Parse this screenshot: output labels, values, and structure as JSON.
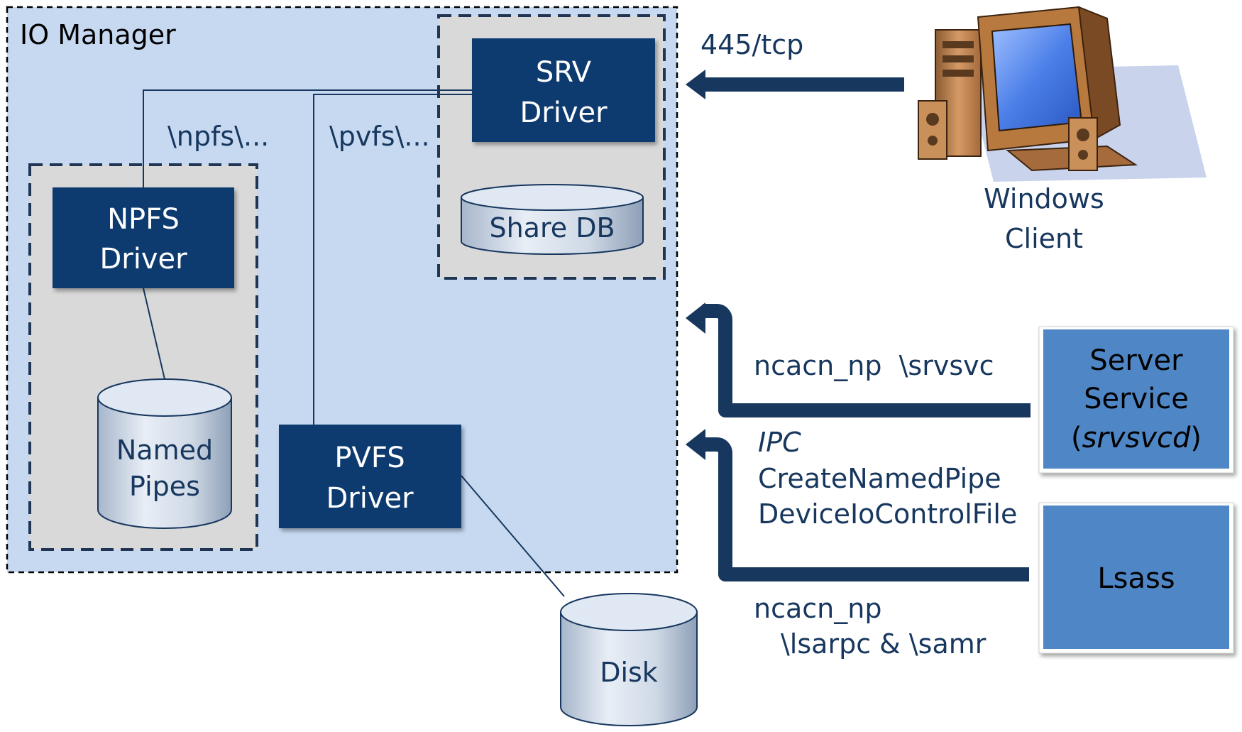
{
  "io_manager": {
    "title": "IO Manager"
  },
  "paths": {
    "npfs": "\\npfs\\...",
    "pvfs": "\\pvfs\\..."
  },
  "srv_driver": {
    "line1": "SRV",
    "line2": "Driver"
  },
  "share_db": {
    "label": "Share DB"
  },
  "npfs_driver": {
    "line1": "NPFS",
    "line2": "Driver"
  },
  "named_pipes": {
    "line1": "Named",
    "line2": "Pipes"
  },
  "pvfs_driver": {
    "line1": "PVFS",
    "line2": "Driver"
  },
  "disk": {
    "label": "Disk"
  },
  "protocol": {
    "label": "445/tcp"
  },
  "windows_client": {
    "line1": "Windows",
    "line2": "Client"
  },
  "server_service": {
    "line1": "Server",
    "line2": "Service",
    "line3_open": "(",
    "line3_italic": "srvsvcd",
    "line3_close": ")"
  },
  "lsass": {
    "label": "Lsass"
  },
  "rpc_srvsvc": {
    "label": "ncacn_np  \\srvsvc"
  },
  "ipc": {
    "title": "IPC",
    "line1": "CreateNamedPipe",
    "line2": "DeviceIoControlFile"
  },
  "rpc_lsa": {
    "line1": "ncacn_np",
    "line2": "\\lsarpc & \\samr"
  },
  "colors": {
    "io_manager_fill": "#c6d9f1",
    "group_fill": "#d9d9d9",
    "driver_fill": "#0e3a70",
    "service_fill": "#4f86c6",
    "arrow": "#17375e",
    "text": "#17375e"
  }
}
